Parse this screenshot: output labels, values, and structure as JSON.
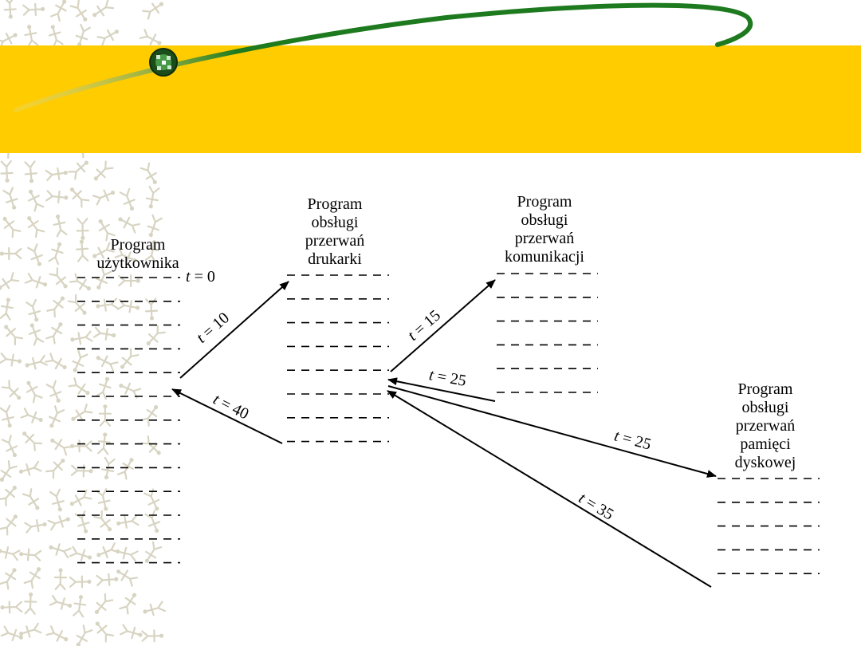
{
  "colors": {
    "band": "#FFCC00",
    "orbit": "#1E7A1E",
    "pattern": "#D8D4C2"
  },
  "icons": {
    "orbit_node": "planet-node-icon"
  },
  "columns": [
    {
      "id": "user",
      "title": "Program\nużytkownika",
      "lines": 13
    },
    {
      "id": "printer",
      "title": "Program\nobsługi\nprzerwań\ndrukarki",
      "lines": 8
    },
    {
      "id": "comm",
      "title": "Program\nobsługi\nprzerwań\nkomunikacji",
      "lines": 6
    },
    {
      "id": "disk",
      "title": "Program\nobsługi\nprzerwań\npamięci\ndyskowej",
      "lines": 5
    }
  ],
  "labels": {
    "t0": {
      "var": "t",
      "rest": " = 0"
    },
    "t10": {
      "var": "t",
      "rest": " = 10"
    },
    "t40": {
      "var": "t",
      "rest": " = 40"
    },
    "t15": {
      "var": "t",
      "rest": " = 15"
    },
    "t25a": {
      "var": "t",
      "rest": " = 25"
    },
    "t25b": {
      "var": "t",
      "rest": " = 25"
    },
    "t35": {
      "var": "t",
      "rest": " = 35"
    }
  }
}
